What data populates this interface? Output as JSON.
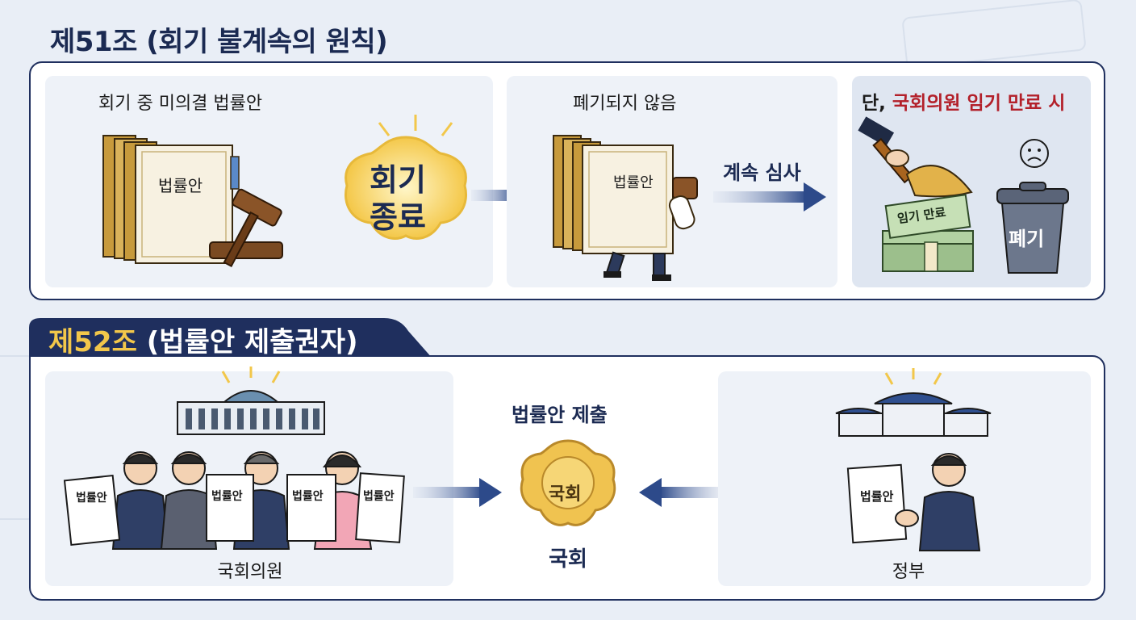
{
  "article51": {
    "title": "제51조 (회기 불계속의 원칙)",
    "panel1_label": "회기 중 미의결 법률안",
    "book_label": "법률안",
    "badge_line1": "회기",
    "badge_line2": "종료",
    "panel2_label": "폐기되지 않음",
    "book2_label": "법률안",
    "arrow_label": "계속 심사",
    "panel3_prefix": "단, ",
    "panel3_emphasis": "국회의원 임기 만료 시",
    "money_label": "임기 만료",
    "bin_label": "폐기"
  },
  "article52": {
    "title_num": "제52조",
    "title_rest": "(법률안 제출권자)",
    "doc_label": "법률안",
    "left_caption": "국회의원",
    "center_top": "법률안 제출",
    "seal_label": "국회",
    "center_caption": "국회",
    "right_caption": "정부",
    "gov_doc_label": "법률안"
  },
  "colors": {
    "navy": "#1f2f5e",
    "red_emphasis": "#b3202a",
    "gold": "#f2c74a",
    "panel": "#eef2f8"
  }
}
